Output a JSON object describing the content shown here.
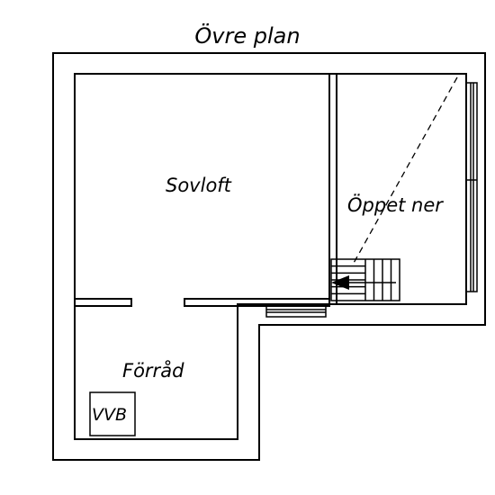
{
  "plan": {
    "title": "Övre plan",
    "rooms": {
      "loft": "Sovloft",
      "open_below": "Öppet ner",
      "storage": "Förråd",
      "water_heater": "VVB"
    },
    "stair_steps": 6,
    "colors": {
      "wall": "#000000",
      "background": "#ffffff"
    }
  }
}
